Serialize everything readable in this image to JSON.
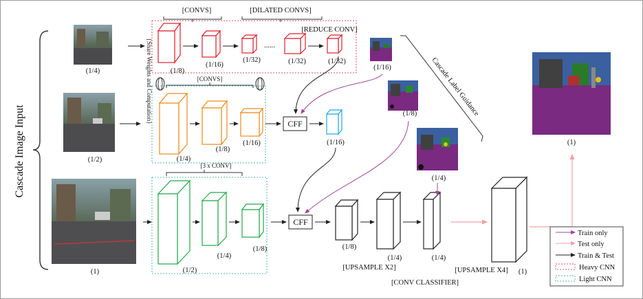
{
  "labels": {
    "cascade_input": "Cascade Image Input",
    "share_weights": "{Share Weights and Computation}",
    "cascade_label_guidance": "Cascade Label Guidance",
    "convs_top": "[CONVS]",
    "dilated_convs": "[DILATED CONVS]",
    "reduce_conv": "[REDUCE CONV]",
    "convs_mid": "[CONVS]",
    "three_conv": "[3 x CONV]",
    "upsample_x2": "[UPSAMPLE X2]",
    "upsample_x4": "[UPSAMPLE X4]",
    "conv_classifier": "[CONV CLASSIFIER]",
    "cff_1": "CFF",
    "cff_2": "CFF",
    "ellipsis": "......"
  },
  "scales": {
    "in_top": "(1/4)",
    "in_mid": "(1/2)",
    "in_bot": "(1)",
    "h1": "(1/8)",
    "h2": "(1/16)",
    "h3": "(1/32)",
    "h4": "(1/32)",
    "h5": "(1/32)",
    "m1": "(1/4)",
    "m2": "(1/8)",
    "m3": "(1/16)",
    "cff1_out": "(1/16)",
    "l1": "(1/2)",
    "l2": "(1/4)",
    "l3": "(1/8)",
    "c1": "(1/8)",
    "c2": "(1/4)",
    "c3": "(1/4)",
    "c4": "(1)",
    "gt1": "(1/16)",
    "gt2": "(1/8)",
    "gt3": "(1/4)",
    "out": "(1)"
  },
  "legend": [
    {
      "label": "Train only",
      "color": "#a0449a",
      "style": "arrow"
    },
    {
      "label": "Test only",
      "color": "#f0a0a8",
      "style": "arrow"
    },
    {
      "label": "Train & Test",
      "color": "#222222",
      "style": "arrow"
    },
    {
      "label": "Heavy CNN",
      "color": "#e05060",
      "style": "dotted-box"
    },
    {
      "label": "Light CNN",
      "color": "#50b8a8",
      "style": "dotted-box"
    }
  ],
  "colors": {
    "heavy": "#e0202c",
    "medium": "#f08a1c",
    "light": "#22a84a",
    "cff_out": "#22a8e0",
    "train_only": "#a0449a",
    "test_only": "#f0a0a8"
  }
}
